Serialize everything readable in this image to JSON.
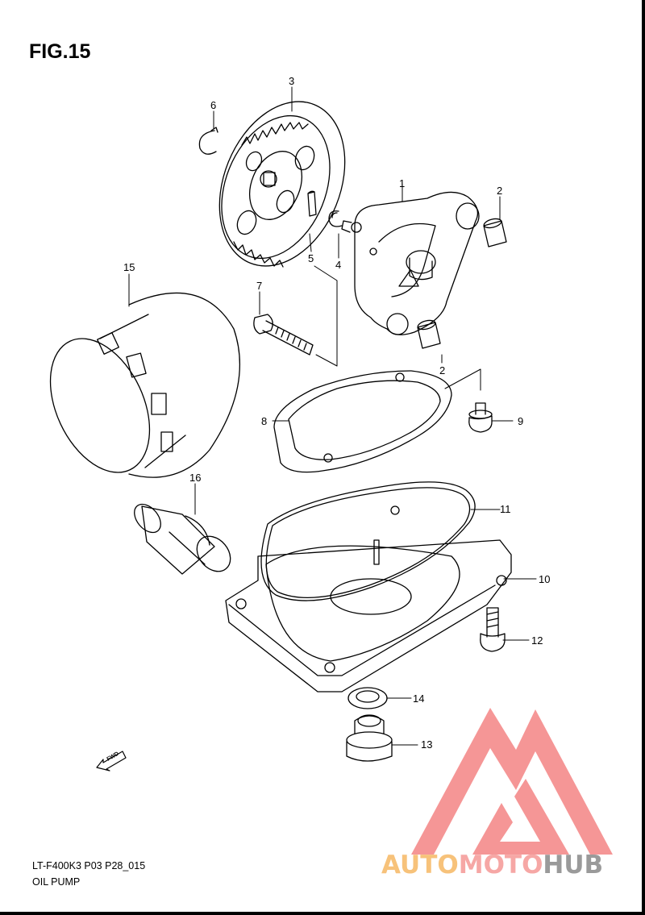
{
  "figure": {
    "title": "FIG.15"
  },
  "footer": {
    "code": "LT-F400K3 P03 P28_015",
    "name": "OIL PUMP"
  },
  "direction_marker": {
    "label": "FWD",
    "icon": "forward-arrow-icon"
  },
  "callouts": [
    {
      "number": "1"
    },
    {
      "number": "2"
    },
    {
      "number": "2"
    },
    {
      "number": "3"
    },
    {
      "number": "4"
    },
    {
      "number": "5"
    },
    {
      "number": "6"
    },
    {
      "number": "7"
    },
    {
      "number": "8"
    },
    {
      "number": "9"
    },
    {
      "number": "10"
    },
    {
      "number": "11"
    },
    {
      "number": "12"
    },
    {
      "number": "13"
    },
    {
      "number": "14"
    },
    {
      "number": "15"
    },
    {
      "number": "16"
    }
  ],
  "watermark": {
    "part1": "AUTO",
    "part2": "MOTO",
    "part3": "HUB",
    "colors": {
      "auto": "#f7c27a",
      "moto": "#f6a7a5",
      "hub": "#9a9a9a",
      "logo": "#f26b6b"
    }
  }
}
